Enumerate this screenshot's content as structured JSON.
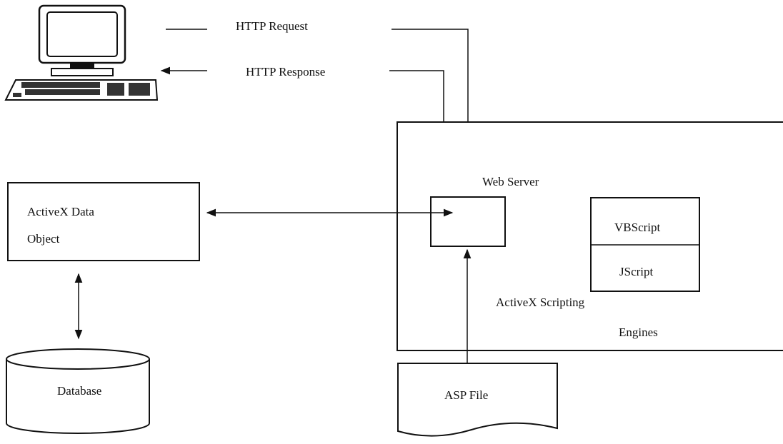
{
  "labels": {
    "http_request": "HTTP Request",
    "http_response": "HTTP Response",
    "web_server": "Web Server",
    "activex_data_line1": "ActiveX Data",
    "activex_data_line2": "Object",
    "vbscript": "VBScript",
    "jscript": "JScript",
    "activex_scripting": "ActiveX Scripting",
    "engines": "Engines",
    "database": "Database",
    "asp_file": "ASP File"
  },
  "icons": {
    "client": "computer-terminal-icon",
    "database": "database-cylinder-icon",
    "asp_file": "document-icon"
  },
  "colors": {
    "stroke": "#111111",
    "background": "#ffffff"
  }
}
